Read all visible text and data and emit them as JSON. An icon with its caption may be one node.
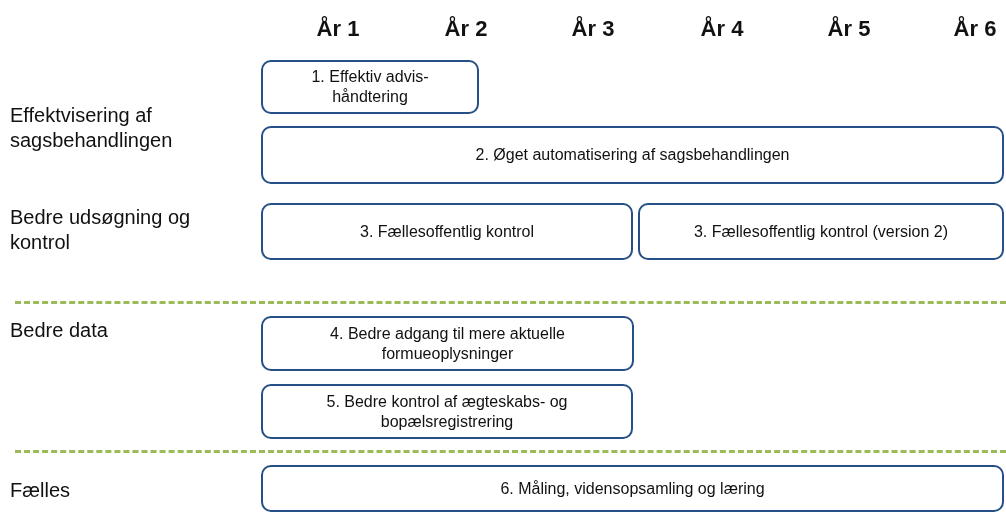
{
  "diagram": {
    "nodes": [
      {
        "text": [
          "1. Effektiv advis-håndtering"
        ]
      },
      {
        "text": [
          "2. Øget automatisering af sagsbehandlingen"
        ]
      },
      {
        "text": [
          "3. Fællesoffentlig kontrol"
        ]
      },
      {
        "text": [
          "3. Fællesoffentlig kontrol (version 2)"
        ]
      },
      {
        "text": [
          "4. Bedre adgang til mere aktuelle formueoplysninger"
        ]
      },
      {
        "text": [
          "5. Bedre kontrol af ægteskabs- og bopælsregistrering"
        ]
      },
      {
        "text": [
          "6. Måling, vidensopsamling og læring"
        ]
      }
    ],
    "labels": [
      "År 1",
      "År 2",
      "År 3",
      "År 4",
      "År 5",
      "År 6",
      "Effektvisering af sagsbehandlingen",
      "Bedre udsøgning og kontrol",
      "Bedre data",
      "Fælles"
    ]
  }
}
